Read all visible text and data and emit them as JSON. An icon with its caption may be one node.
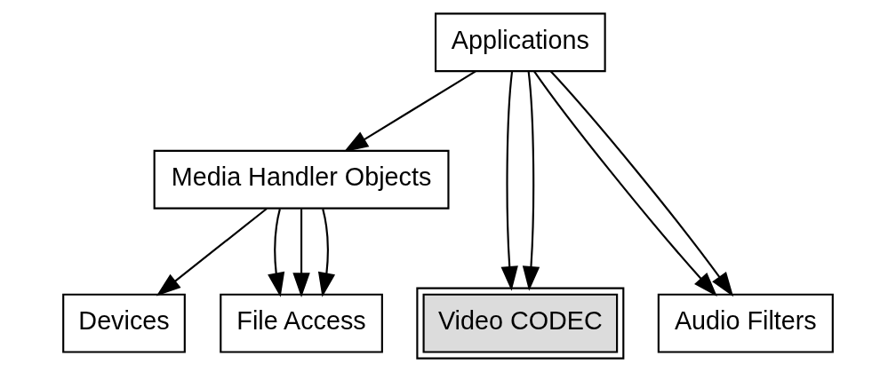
{
  "diagram": {
    "nodes": [
      {
        "text": [
          "Applications"
        ]
      },
      {
        "text": [
          "Media Handler Objects"
        ]
      },
      {
        "text": [
          "Devices"
        ]
      },
      {
        "text": [
          "File Access"
        ]
      },
      {
        "text": [
          "Video CODEC"
        ]
      },
      {
        "text": [
          "Audio Filters"
        ]
      }
    ],
    "edges": [
      {
        "from": 0,
        "to": 1,
        "arrow": "to"
      },
      {
        "from": 0,
        "to": 4,
        "arrow": "to"
      },
      {
        "from": 0,
        "to": 4,
        "arrow": "to"
      },
      {
        "from": 0,
        "to": 5,
        "arrow": "to"
      },
      {
        "from": 0,
        "to": 5,
        "arrow": "to"
      },
      {
        "from": 1,
        "to": 2,
        "arrow": "to"
      },
      {
        "from": 1,
        "to": 3,
        "arrow": "to"
      },
      {
        "from": 1,
        "to": 3,
        "arrow": "to"
      },
      {
        "from": 1,
        "to": 3,
        "arrow": "to"
      }
    ]
  }
}
